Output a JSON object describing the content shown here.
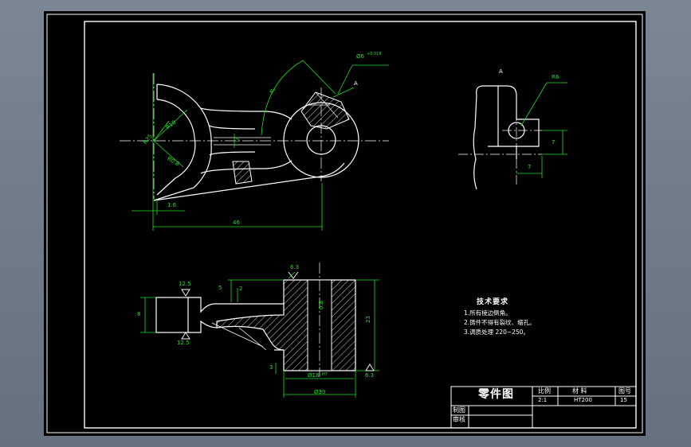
{
  "drawing": {
    "colors": {
      "background": "#000000",
      "outline": "#ffffff",
      "dimension": "#20e020",
      "center_line": "#ffffff",
      "hatch": "#ffffff"
    },
    "top_view": {
      "dim_diameter": "Ø6",
      "dim_diameter_tol": "+0.018",
      "dim_angle": "4°",
      "dim_r_small": "R0.8",
      "dim_r_large": "R18",
      "dim_r_outer": "R25",
      "dim_web": "5",
      "dim_offset": "1.6",
      "dim_length": "46",
      "view_letter": "A"
    },
    "detail_view": {
      "title": "A",
      "dim_radius": "R6",
      "dim_height": "7",
      "dim_width": "7"
    },
    "front_view": {
      "rough_top": "6.3",
      "rough_left_top": "12.5",
      "rough_left_bottom": "12.5",
      "rough_right": "6.3",
      "dim_left_height": "8",
      "dim_slot_a": "5",
      "dim_slot_b": "2",
      "dim_boss": "0.8",
      "dim_total_height": "23",
      "dim_base": "3",
      "dim_bore": "Ø18",
      "dim_bore_tol": "H7",
      "dim_outer": "Ø30"
    },
    "notes": {
      "title": "技术要求",
      "items": [
        "1.所有棱边倒角。",
        "2.铸件不得有裂纹、缩孔。",
        "3.调质处理 220~250。"
      ]
    },
    "title_block": {
      "title": "零件图",
      "scale_label": "比例",
      "material_label": "材 料",
      "drawing_no_label": "图号",
      "scale_value": "2:1",
      "material_value": "HT200",
      "drawing_no_value": "15",
      "drawn_label": "制图",
      "checked_label": "审核"
    }
  }
}
